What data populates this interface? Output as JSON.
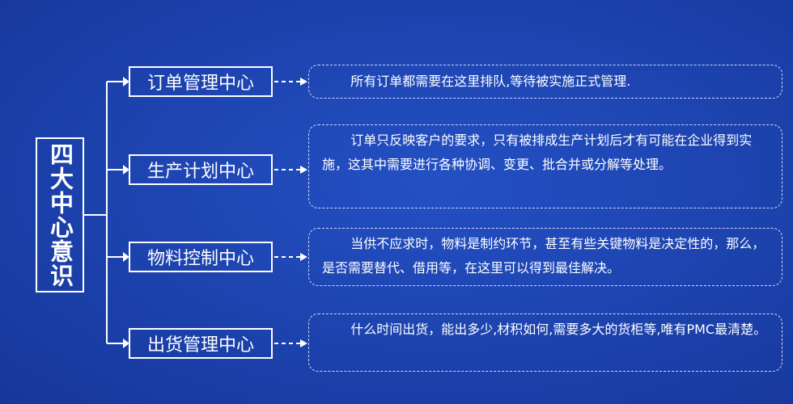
{
  "main_title": "四大中心意识",
  "centers": [
    {
      "label": "订单管理中心",
      "description": "所有订单都需要在这里排队,等待被实施正式管理."
    },
    {
      "label": "生产计划中心",
      "description": "订单只反映客户的要求，只有被排成生产计划后才有可能在企业得到实施，这其中需要进行各种协调、变更、批合并或分解等处理。"
    },
    {
      "label": "物料控制中心",
      "description": "当供不应求时，物料是制约环节，甚至有些关键物料是决定性的，那么，是否需要替代、借用等，在这里可以得到最佳解决。"
    },
    {
      "label": "出货管理中心",
      "description": "什么时间出货，能出多少,材积如何,需要多大的货柜等,唯有PMC最清楚。"
    }
  ],
  "colors": {
    "background": "#1c42ad",
    "line": "#ffffff",
    "text": "#ffffff"
  }
}
